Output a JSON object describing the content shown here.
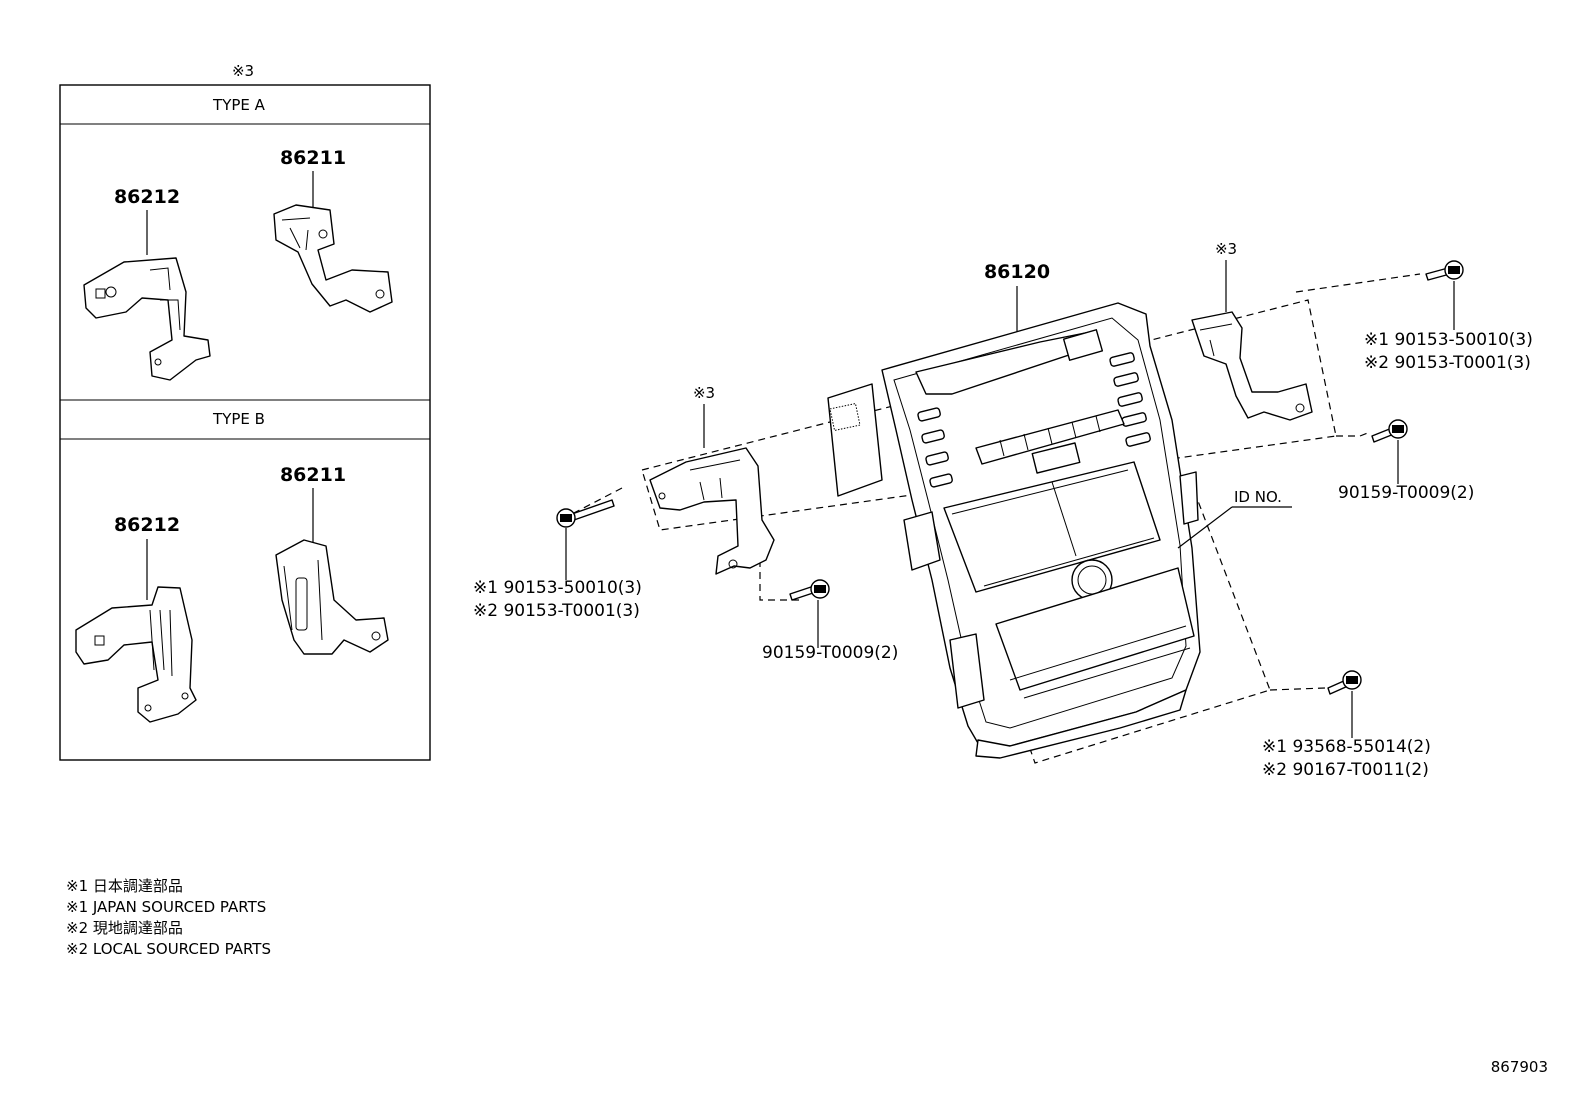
{
  "inset": {
    "marker": "※3",
    "type_a": {
      "header": "TYPE A",
      "part_left": "86212",
      "part_right": "86211"
    },
    "type_b": {
      "header": "TYPE B",
      "part_left": "86212",
      "part_right": "86211"
    }
  },
  "main": {
    "panel_part": "86120",
    "id_label": "ID NO.",
    "bracket_left_marker": "※3",
    "bracket_right_marker": "※3",
    "screw_left": {
      "line1": "※1 90153-50010(3)",
      "line2": "※2 90153-T0001(3)"
    },
    "screw_left_lower": "90159-T0009(2)",
    "screw_right_top": {
      "line1": "※1 90153-50010(3)",
      "line2": "※2 90153-T0001(3)"
    },
    "screw_right_mid": "90159-T0009(2)",
    "screw_bottom_right": {
      "line1": "※1 93568-55014(2)",
      "line2": "※2 90167-T0011(2)"
    }
  },
  "notes": [
    "※1 日本調達部品",
    "※1 JAPAN SOURCED PARTS",
    "※2 現地調達部品",
    "※2 LOCAL SOURCED PARTS"
  ],
  "diagram_number": "867903"
}
